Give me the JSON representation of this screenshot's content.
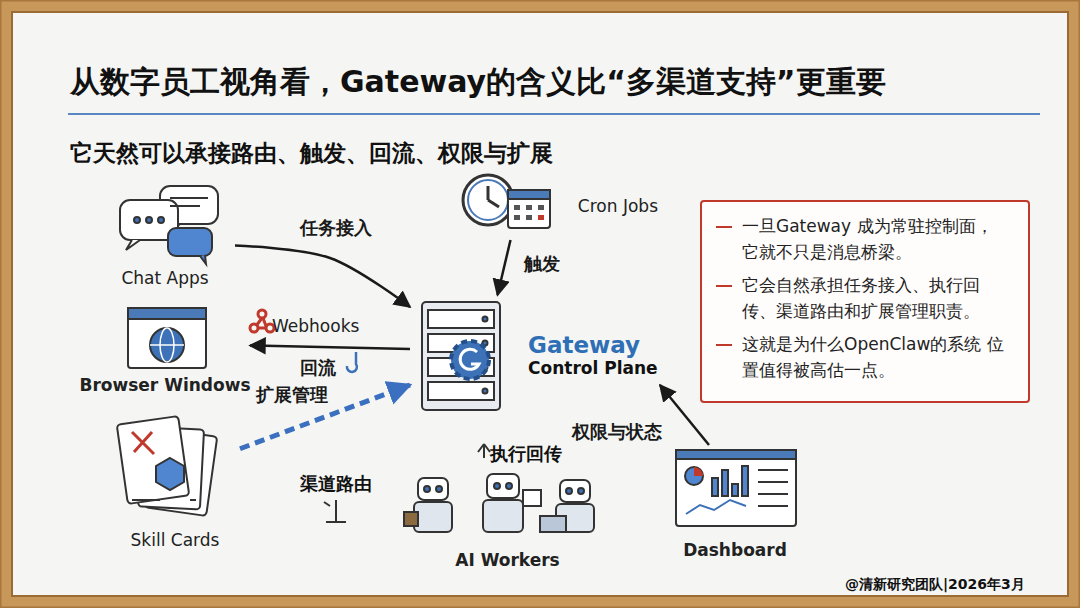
{
  "diagram": {
    "title": "从数字员工视角看，Gateway的含义比“多渠道支持”更重要",
    "nodes": [
      {
        "text": [
          "Chat Apps"
        ]
      },
      {
        "text": [
          "Cron Jobs"
        ]
      },
      {
        "text": [
          "一旦Gateway 成为常驻控制面， 它就不只是消息桥梁。",
          "它会自然承担任务接入、执行回 传、渠道路由和扩展管理职责。",
          "这就是为什么OpenClaw的系统 位置值得被高估一点。"
        ]
      },
      {
        "text": [
          "Browser Windows"
        ]
      },
      {
        "text": [
          "Gateway",
          "Control Plane"
        ]
      },
      {
        "text": [
          "Skill Cards"
        ]
      },
      {
        "text": [
          "AI Workers"
        ]
      },
      {
        "text": [
          "Dashboard"
        ]
      }
    ],
    "edges": [
      {
        "from": 0,
        "to": 4,
        "label": "任务接入",
        "arrow": "to"
      },
      {
        "from": 1,
        "to": 4,
        "label": "触发",
        "arrow": "to"
      },
      {
        "from": 4,
        "to": 3,
        "label": "回流",
        "arrow": "to"
      },
      {
        "from": 5,
        "to": 4,
        "label": "扩展管理",
        "arrow": "to"
      },
      {
        "from": 7,
        "to": 4,
        "label": "权限与状态",
        "arrow": "to"
      }
    ],
    "labels": [
      "它天然可以承接路由、触发、回流、权限与扩展",
      "Webhooks",
      "执行回传",
      "渠道路由",
      "@清新研究团队|2026年3月"
    ]
  }
}
